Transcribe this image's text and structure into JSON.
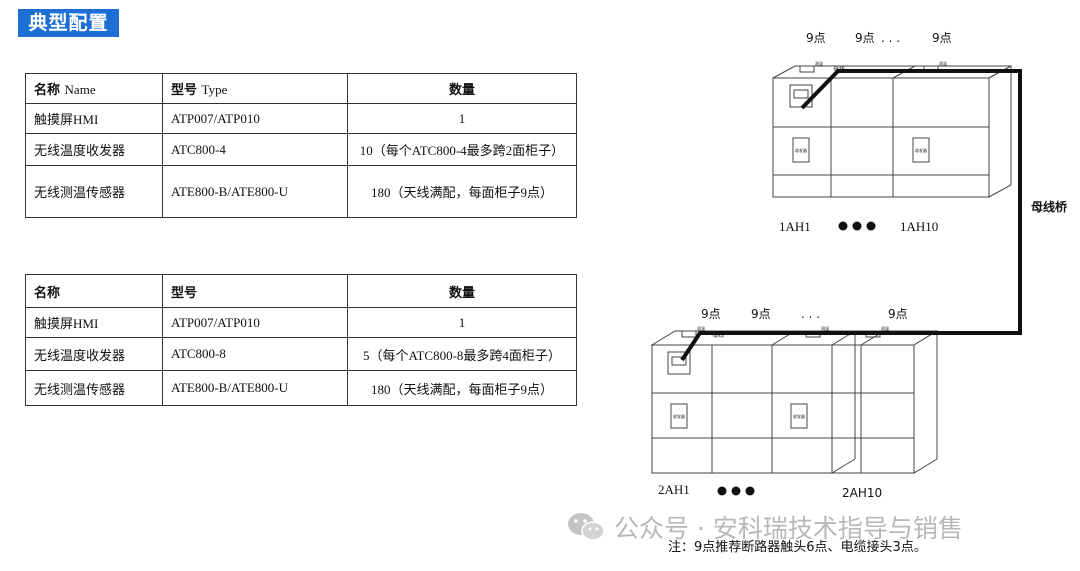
{
  "section_title": "典型配置",
  "table1": {
    "headers": [
      {
        "zh": "名称",
        "en": "Name"
      },
      {
        "zh": "型号",
        "en": "Type"
      },
      {
        "zh": "数量",
        "en": ""
      }
    ],
    "rows": [
      [
        "触摸屏HMI",
        "ATP007/ATP010",
        "1"
      ],
      [
        "无线温度收发器",
        "ATC800-4",
        "10（每个ATC800-4最多跨2面柜子）"
      ],
      [
        "无线测温传感器",
        "ATE800-B/ATE800-U",
        "180（天线满配，每面柜子9点）"
      ]
    ]
  },
  "table2": {
    "headers": [
      "名称",
      "型号",
      "数量"
    ],
    "rows": [
      [
        "触摸屏HMI",
        "ATP007/ATP010",
        "1"
      ],
      [
        "无线温度收发器",
        "ATC800-8",
        "5（每个ATC800-8最多跨4面柜子）"
      ],
      [
        "无线测温传感器",
        "ATE800-B/ATE800-U",
        "180（天线满配，每面柜子9点）"
      ]
    ]
  },
  "diagram": {
    "top_points": [
      "9点",
      "9点",
      ". . .",
      "9点"
    ],
    "bottom_points": [
      "9点",
      "9点",
      ". . .",
      "9点"
    ],
    "row1_left_label": "1AH1",
    "row1_right_label": "1AH10",
    "row2_left_label": "2AH1",
    "row2_right_label": "2AH10",
    "bridge_label": "母线桥",
    "busbar_text": "母线",
    "tag_text": "测温",
    "device_text": "收发器",
    "note": "注：9点推荐断路器触头6点、电缆接头3点。"
  },
  "watermark": "公众号 · 安科瑞技术指导与销售",
  "colors": {
    "accent": "#1d6fd3",
    "watermark": "#b8b8b8"
  }
}
